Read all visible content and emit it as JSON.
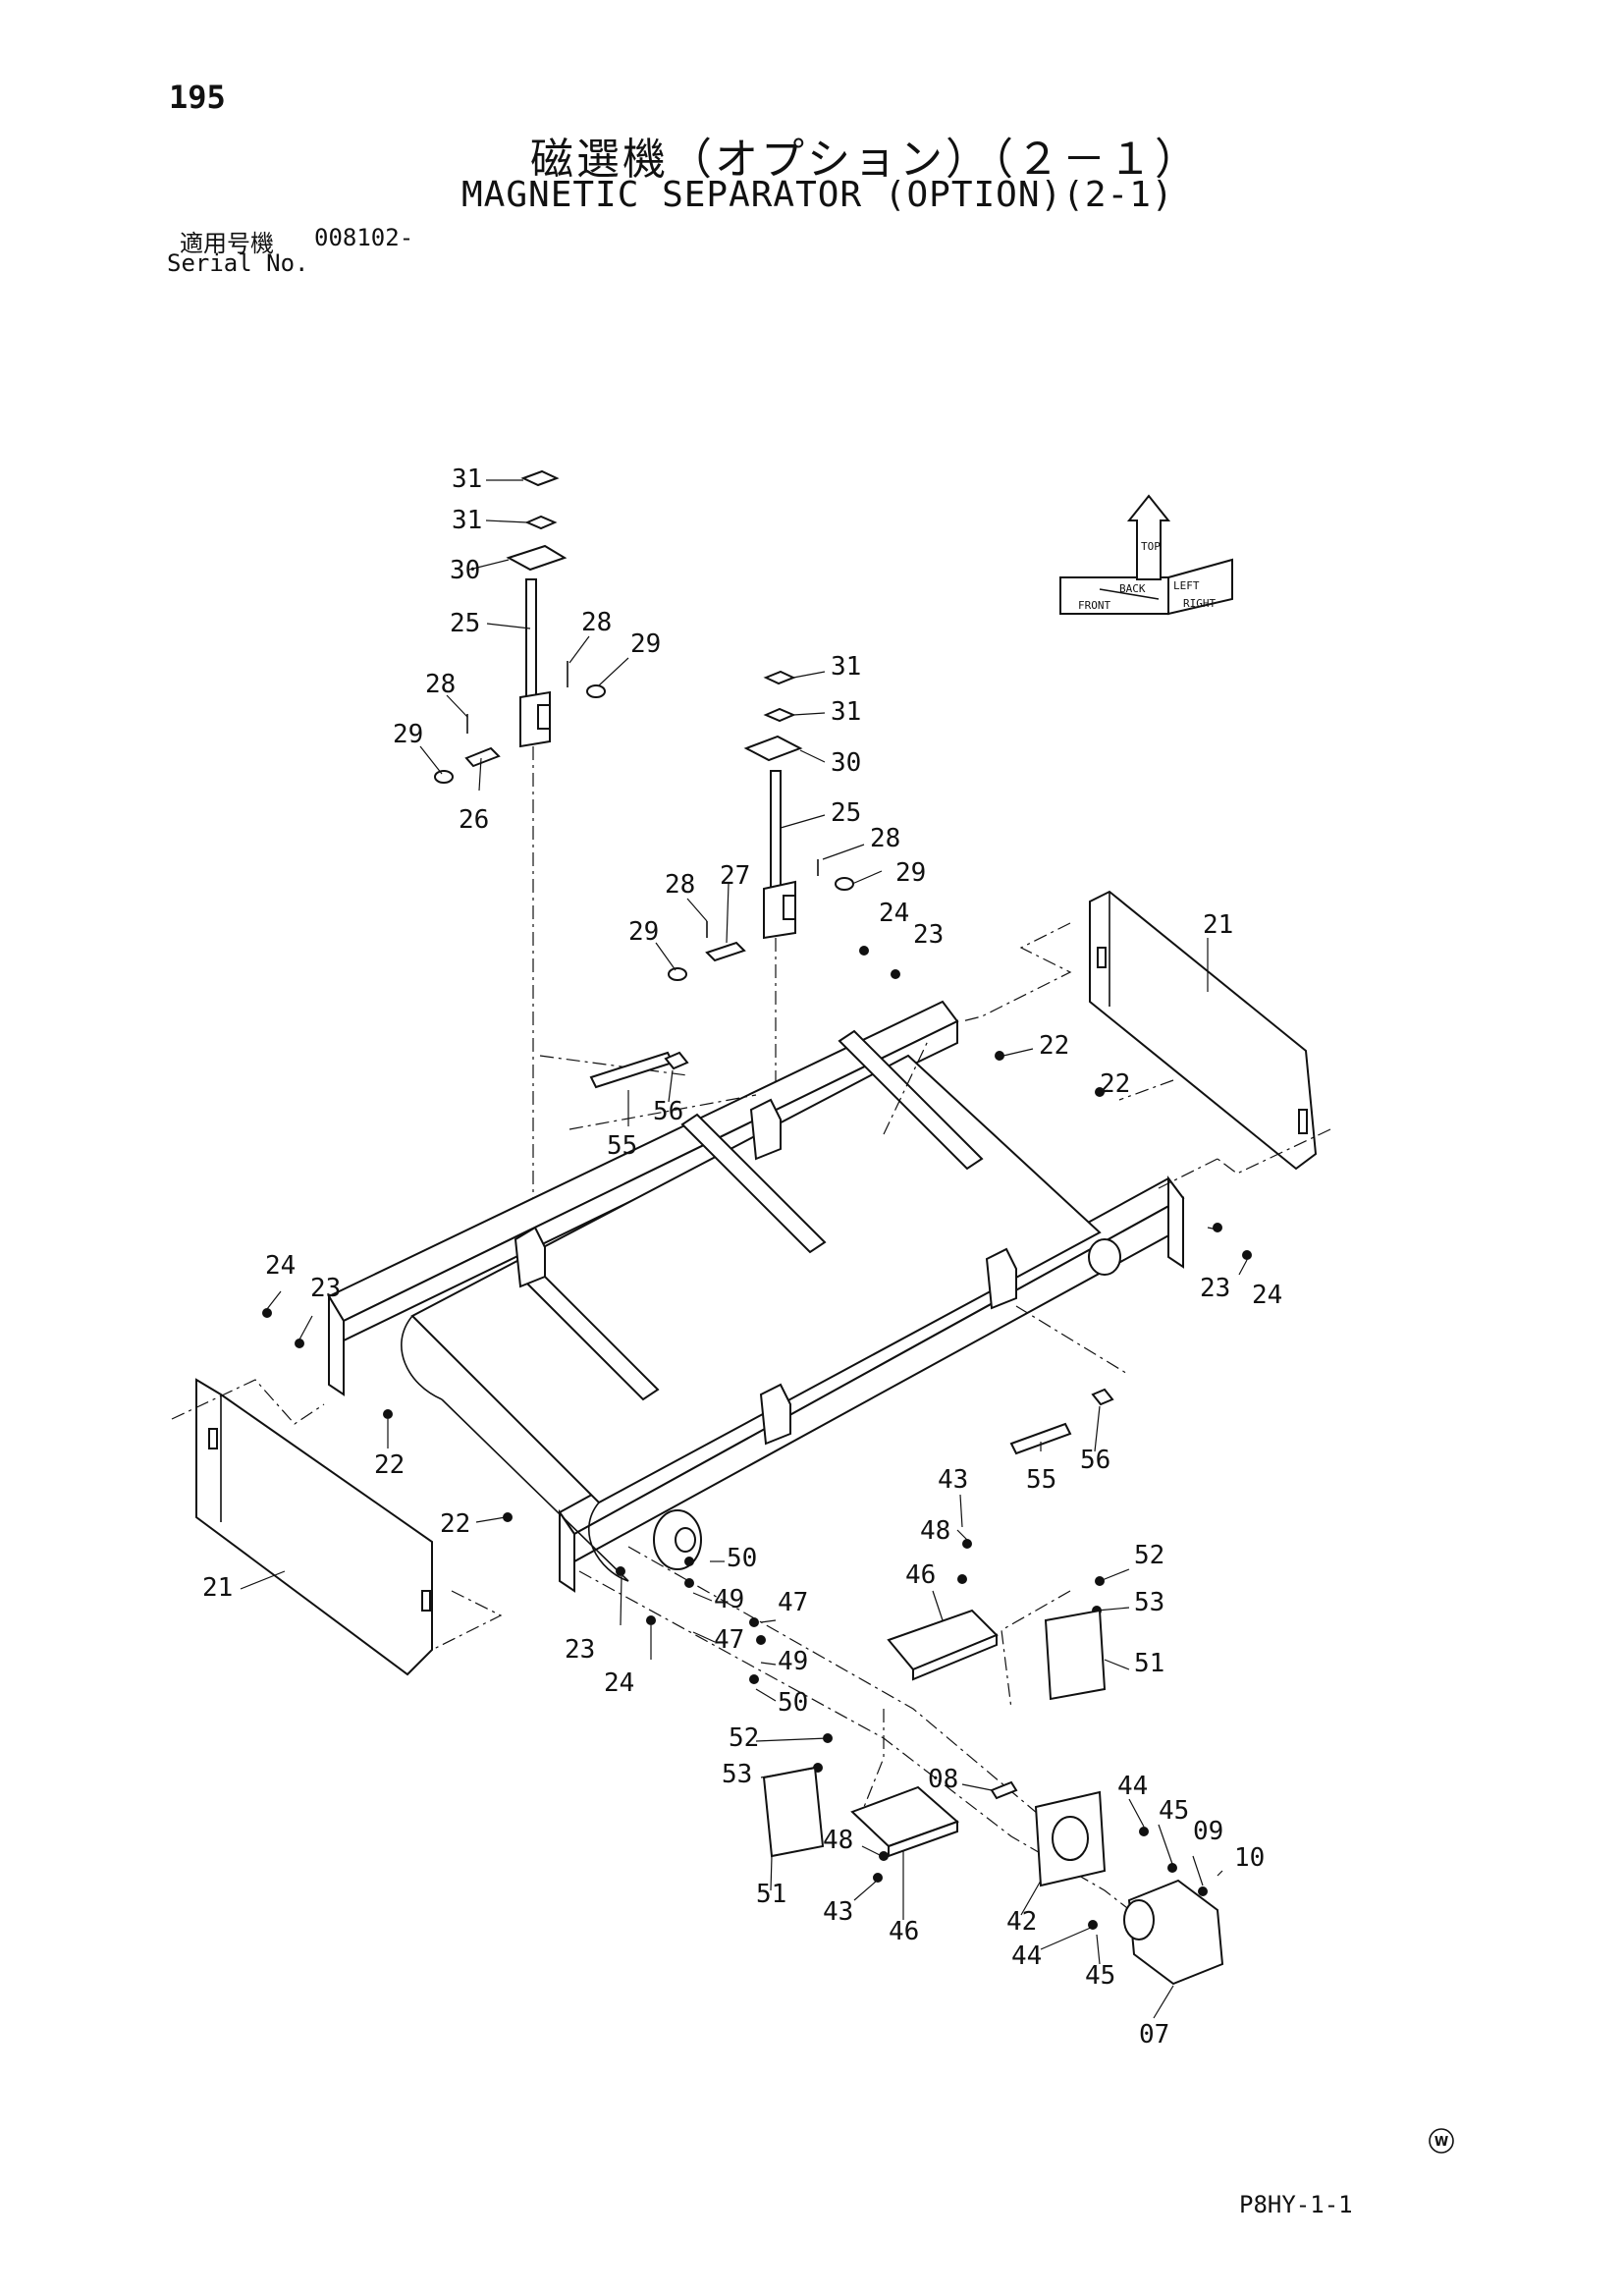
{
  "header": {
    "page_number": "195",
    "title_ja": "磁選機（オプション）（２－１）",
    "title_en": "MAGNETIC SEPARATOR (OPTION)(2-1)",
    "serial_label_ja": "適用号機",
    "serial_value": "008102-",
    "serial_label_en": "Serial No."
  },
  "footer": {
    "drawing_code": "P8HY-1-1",
    "mark": "Ⓦ"
  },
  "direction_indicator": {
    "labels": [
      "FRONT",
      "BACK",
      "TOP",
      "LEFT",
      "RIGHT"
    ]
  },
  "part_labels": [
    "31",
    "31",
    "30",
    "25",
    "28",
    "29",
    "28",
    "29",
    "26",
    "31",
    "31",
    "30",
    "25",
    "28",
    "29",
    "28",
    "27",
    "29",
    "24",
    "23",
    "21",
    "22",
    "22",
    "55",
    "56",
    "24",
    "23",
    "23",
    "24",
    "22",
    "21",
    "22",
    "43",
    "48",
    "46",
    "52",
    "53",
    "51",
    "55",
    "56",
    "50",
    "49",
    "47",
    "47",
    "49",
    "50",
    "23",
    "24",
    "52",
    "53",
    "08",
    "44",
    "45",
    "09",
    "10",
    "48",
    "43",
    "51",
    "46",
    "42",
    "44",
    "45",
    "07"
  ]
}
